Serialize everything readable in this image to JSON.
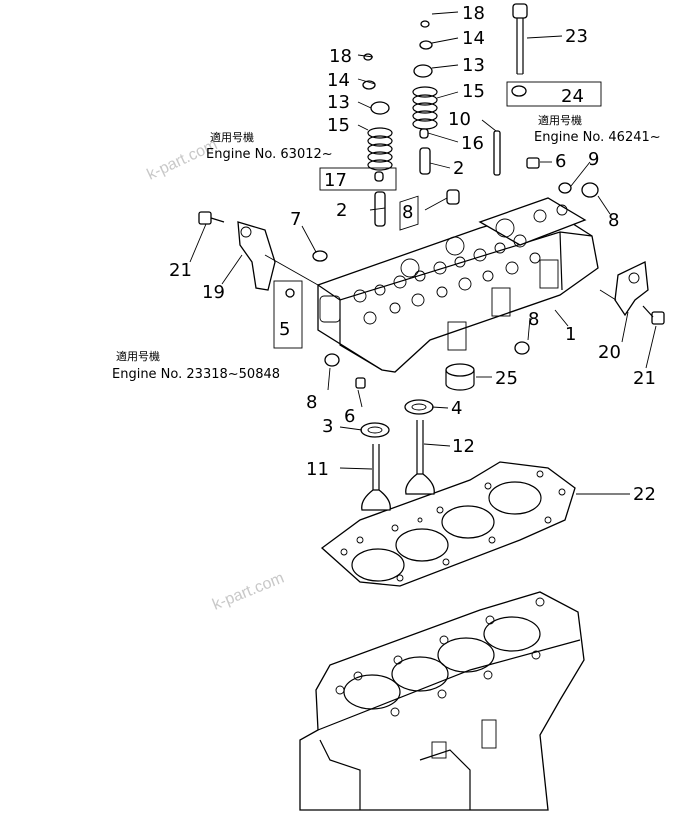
{
  "watermark": "k-part.com",
  "notes": {
    "a": {
      "jp": "適用号機",
      "engine": "Engine  No. 63012~"
    },
    "b": {
      "jp": "適用号機",
      "engine": "Engine  No. 46241~"
    },
    "c": {
      "jp": "適用号機",
      "engine": "Engine  No. 23318~50848"
    }
  },
  "callouts": {
    "c18a": "18",
    "c14a": "14",
    "c13a": "13",
    "c15a": "15",
    "c23": "23",
    "c24": "24",
    "c18b": "18",
    "c14b": "14",
    "c13b": "13",
    "c15b": "15",
    "c10": "10",
    "c16": "16",
    "c17": "17",
    "c2a": "2",
    "c2b": "2",
    "c6a": "6",
    "c9": "9",
    "c8a": "8",
    "c8b": "8",
    "c7": "7",
    "c21a": "21",
    "c19": "19",
    "c5": "5",
    "c8c": "8",
    "c1": "1",
    "c20": "20",
    "c21b": "21",
    "c25": "25",
    "c8d": "8",
    "c6b": "6",
    "c4": "4",
    "c3": "3",
    "c12": "12",
    "c11": "11",
    "c22": "22"
  }
}
